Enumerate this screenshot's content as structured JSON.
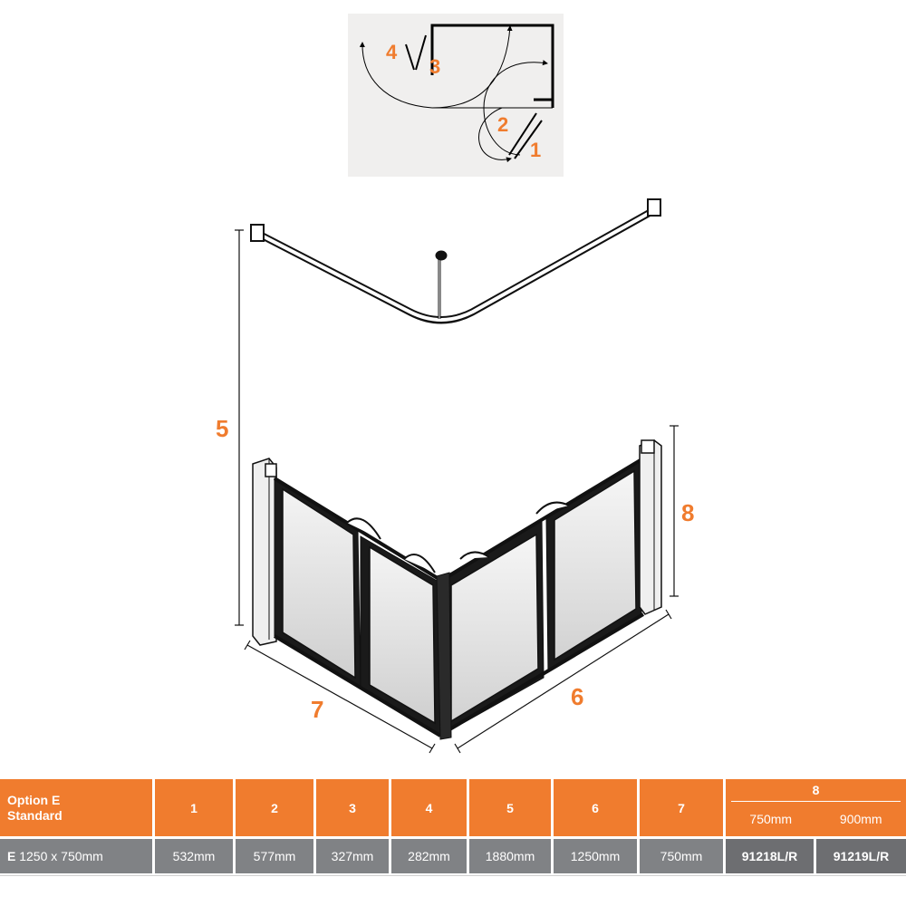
{
  "plan": {
    "labels": [
      "4",
      "3",
      "2",
      "1"
    ]
  },
  "dimensions": {
    "d5": "5",
    "d6": "6",
    "d7": "7",
    "d8": "8"
  },
  "table": {
    "header": {
      "option_line1": "Option E",
      "option_line2": "Standard",
      "cols": [
        "1",
        "2",
        "3",
        "4",
        "5",
        "6",
        "7"
      ],
      "col8": "8",
      "col8_sub": [
        "750mm",
        "900mm"
      ]
    },
    "row": {
      "option_code": "E",
      "option_size": "1250 x 750mm",
      "values": [
        "532mm",
        "577mm",
        "327mm",
        "282mm",
        "1880mm",
        "1250mm",
        "750mm"
      ],
      "code_750": "91218L/R",
      "code_900": "91219L/R"
    }
  },
  "colors": {
    "accent": "#f07c2e",
    "row_gray": "#808285"
  }
}
